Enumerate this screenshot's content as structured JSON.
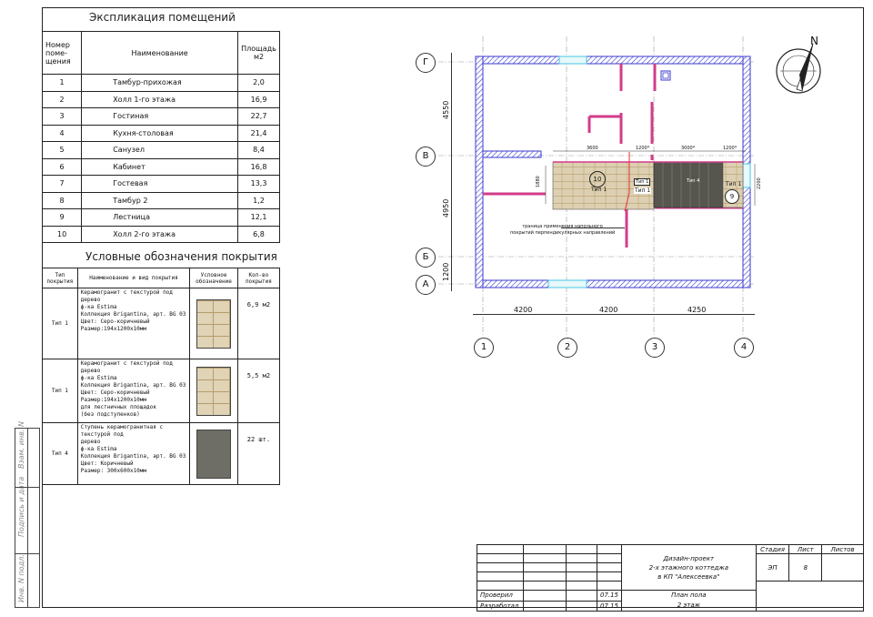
{
  "rooms_table": {
    "title": "Экспликация помещений",
    "headers": {
      "number": "Номер поме- щения",
      "name": "Наименование",
      "area": "Площадь м2"
    },
    "rows": [
      {
        "n": "1",
        "name": "Тамбур-прихожая",
        "area": "2,0"
      },
      {
        "n": "2",
        "name": "Холл 1-го этажа",
        "area": "16,9"
      },
      {
        "n": "3",
        "name": "Гостиная",
        "area": "22,7"
      },
      {
        "n": "4",
        "name": "Кухня-столовая",
        "area": "21,4"
      },
      {
        "n": "5",
        "name": "Санузел",
        "area": "8,4"
      },
      {
        "n": "6",
        "name": "Кабинет",
        "area": "16,8"
      },
      {
        "n": "7",
        "name": "Гостевая",
        "area": "13,3"
      },
      {
        "n": "8",
        "name": "Тамбур 2",
        "area": "1,2"
      },
      {
        "n": "9",
        "name": "Лестница",
        "area": "12,1"
      },
      {
        "n": "10",
        "name": "Холл 2-го этажа",
        "area": "6,8"
      }
    ]
  },
  "legend_table": {
    "title": "Условные обозначения покрытия",
    "headers": {
      "type": "Тип покрытия",
      "name": "Наименование и вид покрытия",
      "symbol": "Условное обозначение",
      "qty": "Кол-во покрытия"
    },
    "rows": [
      {
        "type": "Тип 1",
        "lines": [
          "Керамогранит с текстурой под дерево",
          "ф-ка Estima",
          "Коллекция Brigantina, арт. BG 03",
          "Цвет: Серо-коричневый",
          "Размер:194х1200х10мм"
        ],
        "qty": "6,9 м2",
        "swatch_color": "#e0d3b6"
      },
      {
        "type": "Тип 1",
        "lines": [
          "Керамогранит с текстурой под дерево",
          "ф-ка Estima",
          "Коллекция Brigantina, арт. BG 03",
          "Цвет: Серо-коричневый",
          "Размер:194х1200х10мм",
          "для лестничных площадок",
          "(без подступенков)"
        ],
        "qty": "5,5 м2",
        "swatch_color": "#e0d3b6"
      },
      {
        "type": "Тип 4",
        "lines": [
          "Ступень керамогранитная с текстурой под",
          "дерево",
          "ф-ка Estima",
          "Коллекция Brigantina, арт. BG 03",
          "Цвет: Коричневый",
          "Размер: 300х600х10мм"
        ],
        "qty": "22 шт.",
        "swatch_color": "#6e6e66"
      }
    ]
  },
  "side_labels": [
    "Инв. N подл.",
    "Подпись и дата",
    "Взам. инв. N"
  ],
  "plan": {
    "axes_rows": [
      "Г",
      "В",
      "Б",
      "А"
    ],
    "axes_cols": [
      "1",
      "2",
      "3",
      "4"
    ],
    "dims_bottom": [
      "4200",
      "4200",
      "4250"
    ],
    "dims_left": [
      "4550",
      "4950",
      "1200"
    ],
    "dims_inner": [
      "3600",
      "1200*",
      "3000*",
      "1200*"
    ],
    "small_dims": [
      "1880",
      "2200"
    ],
    "tags": [
      {
        "num": "10",
        "type": "Тип 1"
      },
      {
        "num": "9",
        "type": "Тип 1"
      }
    ],
    "marks": [
      "Тип 1",
      "Тип 4",
      "Тип 1"
    ],
    "note": [
      "граница применения напольного",
      "покрытий перпендикулярных направлений"
    ],
    "north": "N",
    "colors": {
      "wall": "#3a3ad0",
      "fill": "#ffffff",
      "partition": "#d23c8a",
      "wood": "#ddd0b2",
      "stairs": "#56564f",
      "cut_line": "#e8323a",
      "window": "#48c7e0"
    }
  },
  "stamp": {
    "project": [
      "Дизайн-проект",
      "2-х этажного коттеджа",
      "в КП \"Алексеевка\""
    ],
    "stage_label": "Стадия",
    "sheet_label": "Лист",
    "sheets_label": "Листов",
    "stage": "ЭП",
    "sheet": "8",
    "rows": [
      {
        "role": "Проверил",
        "date": "07.15"
      },
      {
        "role": "Разработал",
        "date": "07.15"
      }
    ],
    "plan_title": "План пола",
    "plan_floor": "2 этаж"
  }
}
